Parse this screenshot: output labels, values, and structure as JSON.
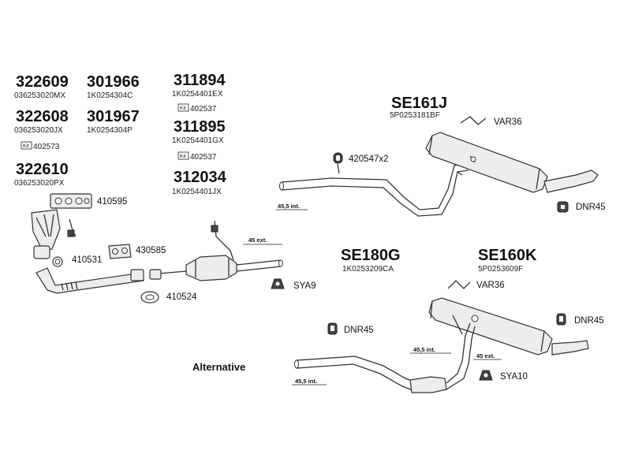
{
  "part_numbers": [
    {
      "id": "pn-322609",
      "number": "322609",
      "code": "036253020MX",
      "kit": ""
    },
    {
      "id": "pn-301966",
      "number": "301966",
      "code": "1K0254304C",
      "kit": ""
    },
    {
      "id": "pn-311894",
      "number": "311894",
      "code": "1K0254401EX",
      "kit": "402537"
    },
    {
      "id": "pn-322608",
      "number": "322608",
      "code": "036253020JX",
      "kit": "402573"
    },
    {
      "id": "pn-301967",
      "number": "301967",
      "code": "1K0254304P",
      "kit": ""
    },
    {
      "id": "pn-311895",
      "number": "311895",
      "code": "1K0254401GX",
      "kit": "402537"
    },
    {
      "id": "pn-322610",
      "number": "322610",
      "code": "036253020PX",
      "kit": ""
    },
    {
      "id": "pn-312034",
      "number": "312034",
      "code": "1K0254401JX",
      "kit": ""
    }
  ],
  "kit_label": "Kit",
  "systems": {
    "se161j": {
      "number": "SE161J",
      "code": "5P0253181BF"
    },
    "se180g": {
      "number": "SE180G",
      "code": "1K0253209CA"
    },
    "se160k": {
      "number": "SE160K",
      "code": "5P0253609F"
    }
  },
  "components": {
    "c410595": "410595",
    "c430585": "430585",
    "c410531": "410531",
    "c410524": "410524",
    "c420547": "420547x2",
    "var36_top": "VAR36",
    "var36_bottom": "VAR36",
    "dnr45_top": "DNR45",
    "dnr45_left": "DNR45",
    "dnr45_right": "DNR45",
    "sya9": "SYA9",
    "sya10": "SYA10"
  },
  "dimensions": {
    "d1": "45,5 int.",
    "d2": "45 ext.",
    "d3": "45,5 int.",
    "d4": "45 ext.",
    "d5": "45,5 int."
  },
  "alternative_label": "Alternative"
}
